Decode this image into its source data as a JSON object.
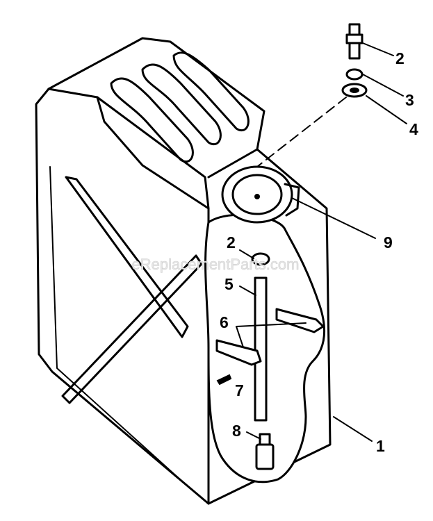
{
  "diagram": {
    "watermark": "eReplacementParts.com",
    "callouts": {
      "c1": "1",
      "c2_top": "2",
      "c2_mid": "2",
      "c3": "3",
      "c4": "4",
      "c5": "5",
      "c6": "6",
      "c7": "7",
      "c8": "8",
      "c9": "9"
    }
  }
}
